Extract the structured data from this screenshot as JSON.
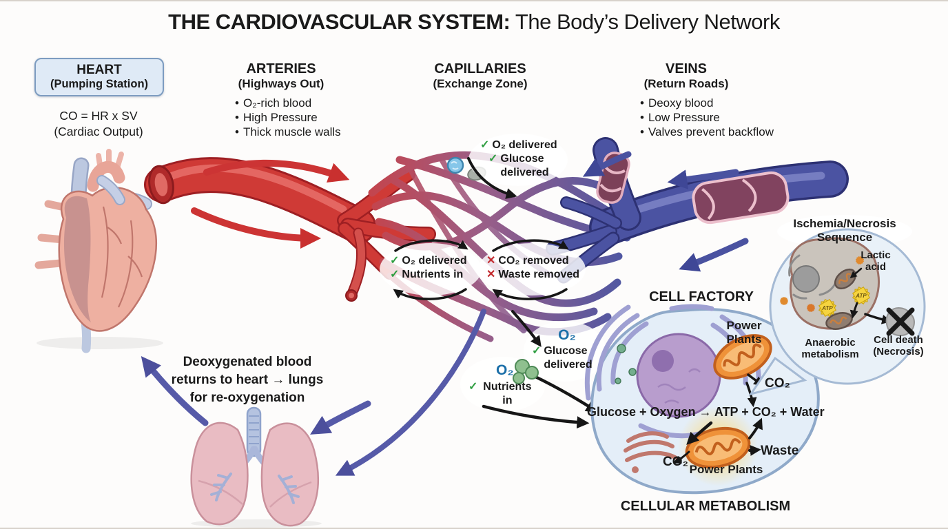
{
  "title": {
    "emphasis": "THE CARDIOVASCULAR SYSTEM:",
    "rest": " The Body’s Delivery Network"
  },
  "icons": {
    "check": "✓",
    "cross": "✕",
    "bullet": "•"
  },
  "colors": {
    "artery_red": "#cc3434",
    "vein_blue": "#4b53a2",
    "oxygen_blue": "#1b6fa8",
    "check_green": "#2f9e41",
    "cross_red": "#c22a2e",
    "cell_fill": "#e4eef8",
    "mitochondria_orange": "#ef9239",
    "heart_box_fill": "#dfeaf6"
  },
  "columns": {
    "heart": {
      "title": "HEART",
      "subtitle": "(Pumping Station)",
      "formula": "CO = HR x SV",
      "formula_caption": "(Cardiac Output)"
    },
    "arteries": {
      "title": "ARTERIES",
      "subtitle": "(Highways Out)",
      "bullets": [
        "O₂-rich blood",
        "High Pressure",
        "Thick muscle walls"
      ]
    },
    "capillaries": {
      "title": "CAPILLARIES",
      "subtitle": "(Exchange Zone)"
    },
    "veins": {
      "title": "VEINS",
      "subtitle": "(Return Roads)",
      "bullets": [
        "Deoxy blood",
        "Low Pressure",
        "Valves prevent backflow"
      ]
    }
  },
  "exchange": {
    "delivered_top": {
      "items": [
        "O₂ delivered",
        "Glucose delivered"
      ]
    },
    "cycle_in": {
      "items": [
        "O₂ delivered",
        "Nutrients in"
      ]
    },
    "cycle_out": {
      "items": [
        "CO₂ removed",
        "Waste removed"
      ]
    },
    "oxygen_glucose": {
      "molecule": "O₂",
      "item": "Glucose delivered"
    },
    "oxygen_nutrients": {
      "molecule": "O₂",
      "item": "Nutrients in"
    }
  },
  "pulmonary": {
    "note": [
      "Deoxygenated blood",
      "returns to heart → lungs",
      "for re-oxygenation"
    ]
  },
  "cell_factory": {
    "title": "CELL FACTORY",
    "power_plants_top": "Power Plants",
    "power_plants_bottom": "Power Plants",
    "equation": "Glucose + Oxygen → ATP + CO₂ + Water",
    "co2_top": "CO₂",
    "co2_bottom": "CO₂",
    "waste": "Waste",
    "footer": "CELLULAR METABOLISM"
  },
  "necrosis": {
    "title": "Ischemia/Necrosis Sequence",
    "lactic_acid": "Lactic acid",
    "anaerobic": "Anaerobic metabolism",
    "cell_death": "Cell death (Necrosis)",
    "atp_label": "ATP"
  }
}
